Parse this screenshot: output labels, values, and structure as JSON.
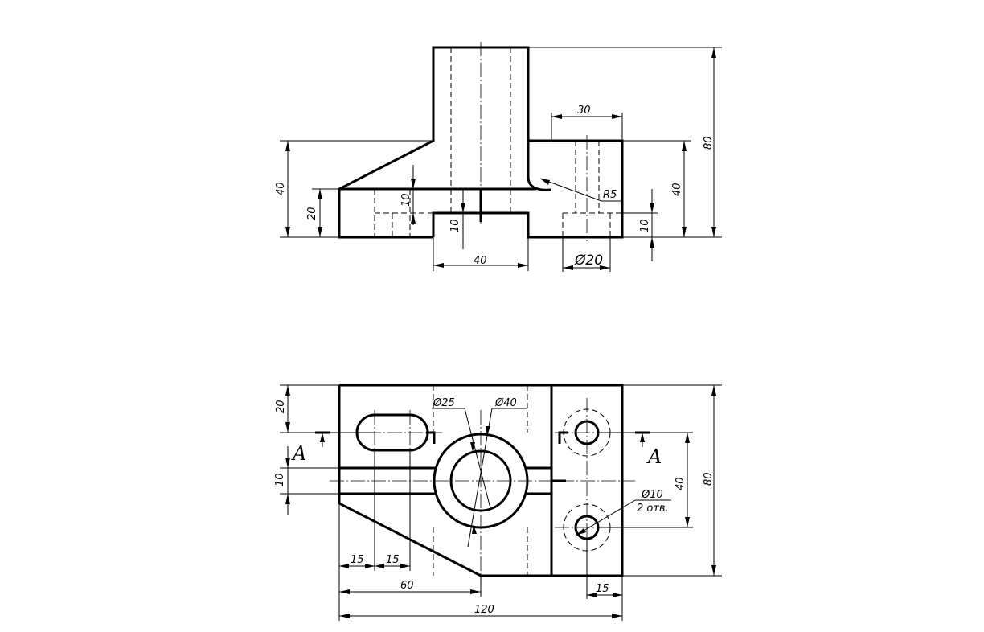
{
  "front_view": {
    "dim_height_total": "80",
    "dim_left_block_height": "40",
    "dim_left_step_height": "20",
    "dim_slot_depth": "10",
    "dim_bottom_recess_depth": "10",
    "dim_bottom_recess_width": "40",
    "dim_right_counterbore_width": "30",
    "dim_right_block_height": "40",
    "dim_right_fillet_radius": "R5",
    "dim_right_step_height": "10",
    "dim_right_bore_diameter": "Ø20"
  },
  "top_view": {
    "dim_slot_offset": "20",
    "dim_rib_width": "10",
    "dim_bore_inner": "Ø25",
    "dim_bore_outer": "Ø40",
    "dim_hole_spacing": "40",
    "dim_depth_total": "80",
    "dim_hole_diameter": "Ø10",
    "note_hole_count": "2 отв.",
    "dim_slot_pos_1": "15",
    "dim_slot_pos_2": "15",
    "dim_chamfer_end": "60",
    "dim_width_total": "120",
    "dim_hole_edge_offset": "15",
    "section_label_left": "A",
    "section_label_right": "A"
  }
}
